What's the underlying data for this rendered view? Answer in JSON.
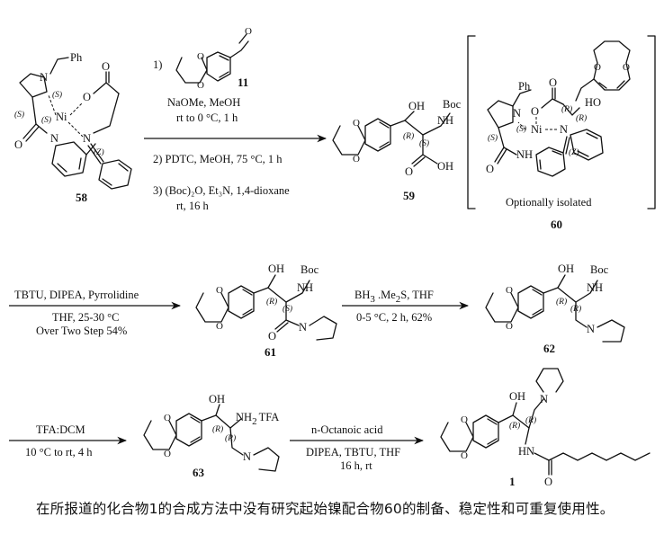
{
  "compounds": {
    "c58": {
      "number": "58",
      "ph": "Ph",
      "ni": "Ni",
      "n1": "N",
      "n2": "N",
      "n3": "N",
      "o": "O",
      "stereo_s1": "(S)",
      "stereo_s2": "(S)",
      "stereo_s3": "(S)",
      "stereo_z": "(Z)"
    },
    "c59": {
      "number": "59",
      "oh": "OH",
      "nh": "NH",
      "boc": "Boc",
      "cooh": "OH",
      "o": "O",
      "stereo_r": "(R)",
      "stereo_s": "(S)"
    },
    "c60": {
      "number": "60",
      "ph": "Ph",
      "ni": "Ni",
      "o": "O",
      "ho": "HO",
      "nh": "NH",
      "n1": "N",
      "n2": "N",
      "stereo_s1": "(S)",
      "stereo_s2": "(S)",
      "stereo_r1": "(R)",
      "stereo_r2": "(R)",
      "stereo_z": "(Z)",
      "note": "Optionally isolated"
    },
    "c11": {
      "number": "11",
      "o": "O"
    },
    "c61": {
      "number": "61",
      "oh": "OH",
      "nh": "NH",
      "boc": "Boc",
      "n": "N",
      "o": "O",
      "stereo_r": "(R)",
      "stereo_s": "(S)"
    },
    "c62": {
      "number": "62",
      "oh": "OH",
      "nh": "NH",
      "boc": "Boc",
      "n": "N",
      "stereo_r1": "(R)",
      "stereo_r2": "(R)"
    },
    "c63": {
      "number": "63",
      "oh": "OH",
      "nh2": "NH",
      "sub2": "2",
      "tfa": "TFA",
      "n": "N",
      "stereo_r1": "(R)",
      "stereo_r2": "(R)"
    },
    "c1": {
      "number": "1",
      "oh": "OH",
      "nh": "HN",
      "o": "O",
      "n": "N",
      "stereo_r1": "(R)",
      "stereo_r2": "(R)"
    }
  },
  "conditions": {
    "step1": {
      "i1": "1)",
      "i1_reagent": "NaOMe, MeOH",
      "i1_temp": "rt to 0 °C, 1 h",
      "i2": "2)  PDTC, MeOH, 75 °C, 1 h",
      "i3": "3)  (Boc)₂O, Et₃N, 1,4-dioxane",
      "i3_time": "rt, 16 h"
    },
    "step2": {
      "above": "TBTU, DIPEA, Pyrrolidine",
      "below1": "THF, 25-30 °C",
      "below2": "Over Two Step 54%"
    },
    "step3": {
      "above_a": "BH",
      "above_sub": "3",
      "above_b": " .Me",
      "above_sub2": "2",
      "above_c": "S, THF",
      "below": "0-5 °C, 2 h, 62%"
    },
    "step4": {
      "above": "TFA:DCM",
      "below": "10 °C to rt, 4 h"
    },
    "step5": {
      "above": "n-Octanoic acid",
      "below1": "DIPEA, TBTU, THF",
      "below2": "16 h, rt"
    }
  },
  "caption": "在所报道的化合物1的合成方法中没有研究起始镍配合物60的制备、稳定性和可重复使用性。"
}
